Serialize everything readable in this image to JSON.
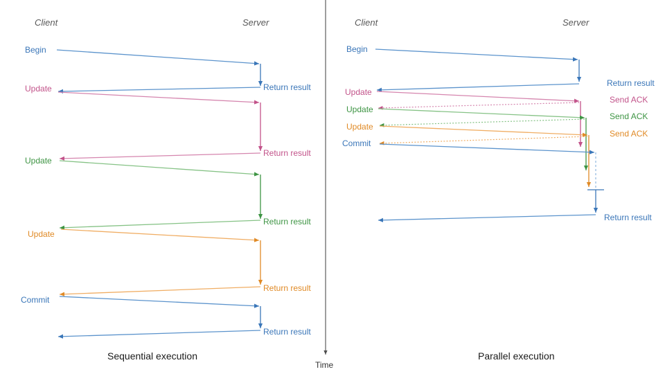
{
  "figure": {
    "background": "#ffffff",
    "time_axis": {
      "label": "Time",
      "orientation": "vertical-down"
    }
  },
  "palette": {
    "blue": "#3a76b8",
    "blue_light": "#7aa9d8",
    "pink": "#c2538a",
    "pink_light": "#dba3c0",
    "green": "#3d9443",
    "green_light": "#8fc98f",
    "orange": "#e08a26",
    "orange_light": "#f0b878",
    "header_gray": "#595959",
    "caption_black": "#1a1a1a",
    "axis_gray": "#4d4d4d"
  },
  "panels": [
    {
      "id": "sequential",
      "caption": "Sequential execution",
      "lifelines": {
        "client": "Client",
        "server": "Server"
      },
      "messages": [
        {
          "from": "client",
          "to": "server",
          "label": "Begin",
          "color": "blue"
        },
        {
          "from": "server",
          "to": "client",
          "label": "Return result",
          "color": "blue"
        },
        {
          "from": "client",
          "to": "server",
          "label": "Update",
          "color": "pink"
        },
        {
          "from": "server",
          "to": "client",
          "label": "Return result",
          "color": "pink"
        },
        {
          "from": "client",
          "to": "server",
          "label": "Update",
          "color": "green"
        },
        {
          "from": "server",
          "to": "client",
          "label": "Return result",
          "color": "green"
        },
        {
          "from": "client",
          "to": "server",
          "label": "Update",
          "color": "orange"
        },
        {
          "from": "server",
          "to": "client",
          "label": "Return result",
          "color": "orange"
        },
        {
          "from": "client",
          "to": "server",
          "label": "Commit",
          "color": "blue"
        },
        {
          "from": "server",
          "to": "client",
          "label": "Return result",
          "color": "blue"
        }
      ]
    },
    {
      "id": "parallel",
      "caption": "Parallel execution",
      "lifelines": {
        "client": "Client",
        "server": "Server"
      },
      "messages": [
        {
          "from": "client",
          "to": "server",
          "label": "Begin",
          "color": "blue"
        },
        {
          "from": "server",
          "to": "client",
          "label": "Return result",
          "color": "blue"
        },
        {
          "from": "client",
          "to": "server",
          "label": "Update",
          "color": "pink"
        },
        {
          "from": "server",
          "to": "client",
          "label": "Send ACK",
          "color": "pink"
        },
        {
          "from": "client",
          "to": "server",
          "label": "Update",
          "color": "green"
        },
        {
          "from": "server",
          "to": "client",
          "label": "Send ACK",
          "color": "green"
        },
        {
          "from": "client",
          "to": "server",
          "label": "Update",
          "color": "orange"
        },
        {
          "from": "server",
          "to": "client",
          "label": "Send ACK",
          "color": "orange"
        },
        {
          "from": "client",
          "to": "server",
          "label": "Commit",
          "color": "blue"
        },
        {
          "from": "server",
          "to": "client",
          "label": "Return result",
          "color": "blue"
        }
      ]
    }
  ],
  "left": {
    "header_client": "Client",
    "header_server": "Server",
    "caption": "Sequential execution",
    "labels": {
      "begin": "Begin",
      "update_pink": "Update",
      "update_green": "Update",
      "update_orange": "Update",
      "commit": "Commit",
      "ret_blue1": "Return result",
      "ret_pink": "Return result",
      "ret_green": "Return result",
      "ret_orange": "Return result",
      "ret_blue2": "Return result"
    }
  },
  "right": {
    "header_client": "Client",
    "header_server": "Server",
    "caption": "Parallel execution",
    "labels": {
      "begin": "Begin",
      "update_pink": "Update",
      "update_green": "Update",
      "update_orange": "Update",
      "commit": "Commit",
      "ret_blue1": "Return result",
      "ack_pink": "Send ACK",
      "ack_green": "Send ACK",
      "ack_orange": "Send ACK",
      "ret_blue2": "Return result"
    }
  },
  "time": {
    "label": "Time"
  }
}
